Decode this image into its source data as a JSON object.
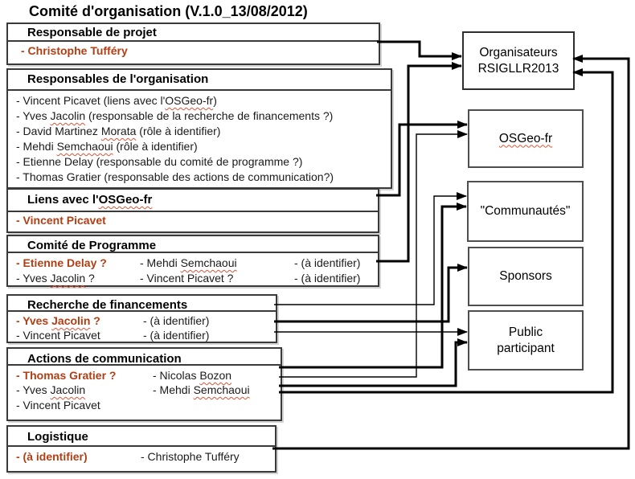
{
  "title": "Comité d'organisation (V.1.0_13/08/2012)",
  "colors": {
    "accent_red": "#b23e14",
    "connector_black": "#000000",
    "box_border": "#3a3a3a",
    "spellcheck_red": "#d9543a"
  },
  "spellcheck_words": [
    "OSGeo-fr",
    "Jacolin",
    "Morata",
    "Semchaoui",
    "Bozon"
  ],
  "boxes": {
    "responsable_projet": {
      "title": "Responsable de projet",
      "member": "- Christophe Tufféry"
    },
    "responsables_organisation": {
      "title": "Responsables de l'organisation",
      "members": [
        "- Vincent Picavet (liens avec l'OSGeo-fr)",
        "- Yves Jacolin (responsable de la recherche de financements ?)",
        "- David Martinez Morata (rôle à identifier)",
        "- Mehdi Semchaoui (rôle à identifier)",
        "- Etienne Delay (responsable du comité de programme ?)",
        "- Thomas Gratier (responsable des actions de communication?)"
      ]
    },
    "liens_osgeo": {
      "title": "Liens avec l'OSGeo-fr",
      "member": "- Vincent Picavet"
    },
    "comite_programme": {
      "title": "Comité de Programme",
      "r1c1": "- Etienne Delay ?",
      "r1c2": "- Mehdi Semchaoui",
      "r1c3": "- (à identifier)",
      "r2c1": "- Yves Jacolin ?",
      "r2c2": "- Vincent Picavet ?",
      "r2c3": "- (à identifier)"
    },
    "recherche_financements": {
      "title": "Recherche de financements",
      "r1c1": "- Yves Jacolin ?",
      "r1c2": "- (à identifier)",
      "r2c1": "- Vincent Picavet",
      "r2c2": "- (à identifier)"
    },
    "actions_communication": {
      "title": "Actions de communication",
      "r1c1": "- Thomas Gratier ?",
      "r1c2": "- Nicolas Bozon",
      "r2c1": "- Yves Jacolin",
      "r2c2": "- Mehdi Semchaoui",
      "r3c1": "- Vincent Picavet"
    },
    "logistique": {
      "title": "Logistique",
      "r1c1": "- (à identifier)",
      "r1c2": "- Christophe Tufféry"
    }
  },
  "right_boxes": {
    "organisateurs": {
      "line1": "Organisateurs",
      "line2": "RSIGLLR2013"
    },
    "osgeo_fr": {
      "label": "OSGeo-fr"
    },
    "communautes": {
      "label": "\"Communautés\""
    },
    "sponsors": {
      "label": "Sponsors"
    },
    "public_participant": {
      "line1": "Public",
      "line2": "participant"
    }
  },
  "connections": [
    {
      "from": "Responsable de projet",
      "to": "Organisateurs RSIGLLR2013",
      "side": "left"
    },
    {
      "from": "Comité de Programme",
      "to": "Organisateurs RSIGLLR2013",
      "side": "left"
    },
    {
      "from": "Liens avec l'OSGeo-fr",
      "to": "OSGeo-fr",
      "side": "left"
    },
    {
      "from": "Actions de communication",
      "to": "OSGeo-fr",
      "side": "left"
    },
    {
      "from": "Recherche de financements",
      "to": "\"Communautés\"",
      "side": "left"
    },
    {
      "from": "Actions de communication",
      "to": "\"Communautés\"",
      "side": "left"
    },
    {
      "from": "Recherche de financements",
      "to": "Sponsors",
      "side": "left"
    },
    {
      "from": "Recherche de financements",
      "to": "Public participant",
      "side": "left"
    },
    {
      "from": "Actions de communication",
      "to": "Public participant",
      "side": "left"
    },
    {
      "from": "Actions de communication",
      "to": "Organisateurs RSIGLLR2013",
      "side": "right"
    },
    {
      "from": "Logistique",
      "to": "Organisateurs RSIGLLR2013",
      "side": "right"
    }
  ]
}
